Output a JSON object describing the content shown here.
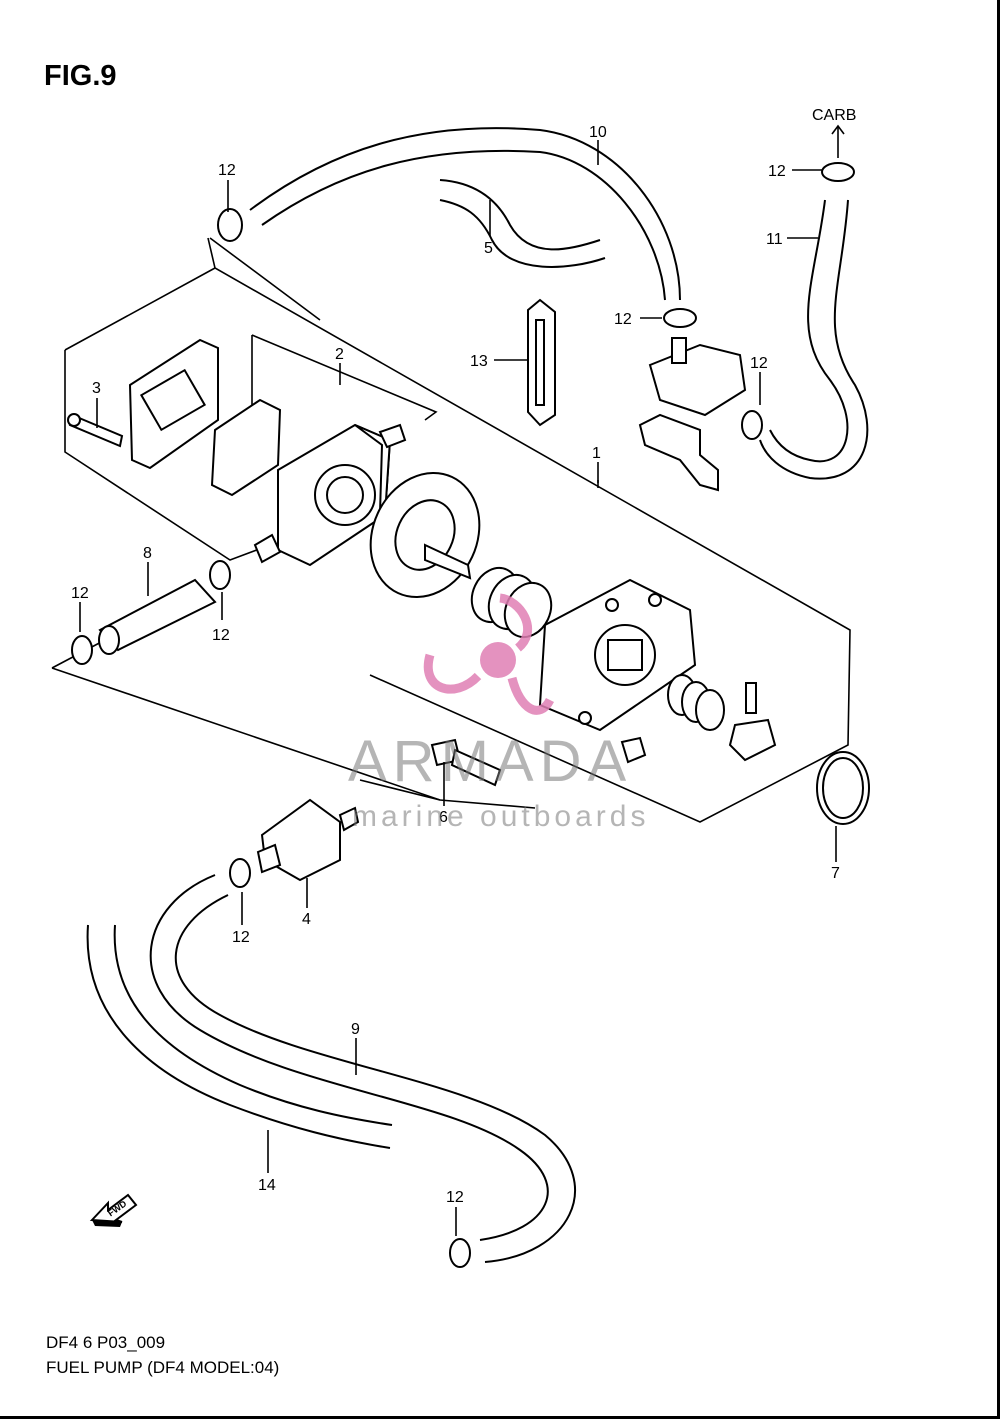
{
  "figure": {
    "title": "FIG.9",
    "code": "DF4 6 P03_009",
    "caption": "FUEL PUMP (DF4 MODEL:04)"
  },
  "callouts": {
    "c1": "1",
    "c2": "2",
    "c3": "3",
    "c4": "4",
    "c5": "5",
    "c6": "6",
    "c7": "7",
    "c8": "8",
    "c9": "9",
    "c10": "10",
    "c11": "11",
    "c13": "13",
    "c14": "14",
    "clamp": "12",
    "carb": "CARB",
    "fwd": "FWD"
  },
  "watermark": {
    "brand": "ARMADA",
    "tagline": "marine outboards",
    "accent_color": "#e07fb4"
  },
  "icons": [
    "fwd-arrow-icon",
    "carb-arrow-icon",
    "armada-logo-icon"
  ]
}
